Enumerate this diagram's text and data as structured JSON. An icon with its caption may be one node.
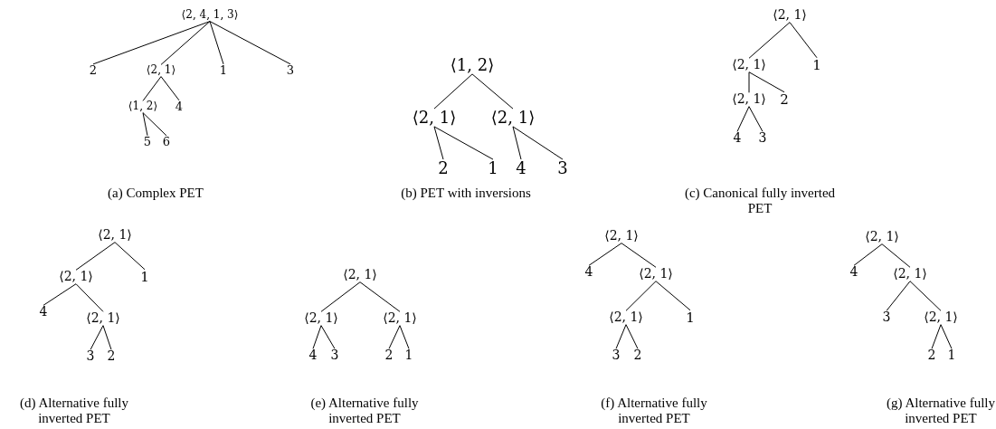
{
  "diagram": {
    "nodes": [
      {
        "text": [
          "⟨2, 4, 1, 3⟩"
        ]
      },
      {
        "text": [
          "2"
        ]
      },
      {
        "text": [
          "⟨2, 1⟩"
        ]
      },
      {
        "text": [
          "1"
        ]
      },
      {
        "text": [
          "3"
        ]
      },
      {
        "text": [
          "⟨1, 2⟩"
        ]
      },
      {
        "text": [
          "4"
        ]
      },
      {
        "text": [
          "5"
        ]
      },
      {
        "text": [
          "6"
        ]
      },
      {
        "text": [
          "⟨1, 2⟩"
        ]
      },
      {
        "text": [
          "⟨2, 1⟩"
        ]
      },
      {
        "text": [
          "⟨2, 1⟩"
        ]
      },
      {
        "text": [
          "2"
        ]
      },
      {
        "text": [
          "1"
        ]
      },
      {
        "text": [
          "4"
        ]
      },
      {
        "text": [
          "3"
        ]
      },
      {
        "text": [
          "⟨2, 1⟩"
        ]
      },
      {
        "text": [
          "⟨2, 1⟩"
        ]
      },
      {
        "text": [
          "1"
        ]
      },
      {
        "text": [
          "⟨2, 1⟩"
        ]
      },
      {
        "text": [
          "2"
        ]
      },
      {
        "text": [
          "4"
        ]
      },
      {
        "text": [
          "3"
        ]
      },
      {
        "text": [
          "⟨2, 1⟩"
        ]
      },
      {
        "text": [
          "⟨2, 1⟩"
        ]
      },
      {
        "text": [
          "1"
        ]
      },
      {
        "text": [
          "4"
        ]
      },
      {
        "text": [
          "⟨2, 1⟩"
        ]
      },
      {
        "text": [
          "3"
        ]
      },
      {
        "text": [
          "2"
        ]
      },
      {
        "text": [
          "⟨2, 1⟩"
        ]
      },
      {
        "text": [
          "⟨2, 1⟩"
        ]
      },
      {
        "text": [
          "⟨2, 1⟩"
        ]
      },
      {
        "text": [
          "4"
        ]
      },
      {
        "text": [
          "3"
        ]
      },
      {
        "text": [
          "2"
        ]
      },
      {
        "text": [
          "1"
        ]
      },
      {
        "text": [
          "⟨2, 1⟩"
        ]
      },
      {
        "text": [
          "4"
        ]
      },
      {
        "text": [
          "⟨2, 1⟩"
        ]
      },
      {
        "text": [
          "⟨2, 1⟩"
        ]
      },
      {
        "text": [
          "1"
        ]
      },
      {
        "text": [
          "3"
        ]
      },
      {
        "text": [
          "2"
        ]
      },
      {
        "text": [
          "⟨2, 1⟩"
        ]
      },
      {
        "text": [
          "4"
        ]
      },
      {
        "text": [
          "⟨2, 1⟩"
        ]
      },
      {
        "text": [
          "3"
        ]
      },
      {
        "text": [
          "⟨2, 1⟩"
        ]
      },
      {
        "text": [
          "2"
        ]
      },
      {
        "text": [
          "1"
        ]
      }
    ],
    "edges": [
      {
        "from": 0,
        "to": 1,
        "arrow": "none"
      },
      {
        "from": 0,
        "to": 2,
        "arrow": "none"
      },
      {
        "from": 0,
        "to": 3,
        "arrow": "none"
      },
      {
        "from": 0,
        "to": 4,
        "arrow": "none"
      },
      {
        "from": 2,
        "to": 5,
        "arrow": "none"
      },
      {
        "from": 2,
        "to": 6,
        "arrow": "none"
      },
      {
        "from": 5,
        "to": 7,
        "arrow": "none"
      },
      {
        "from": 5,
        "to": 8,
        "arrow": "none"
      },
      {
        "from": 9,
        "to": 10,
        "arrow": "none"
      },
      {
        "from": 9,
        "to": 11,
        "arrow": "none"
      },
      {
        "from": 10,
        "to": 12,
        "arrow": "none"
      },
      {
        "from": 10,
        "to": 13,
        "arrow": "none"
      },
      {
        "from": 11,
        "to": 14,
        "arrow": "none"
      },
      {
        "from": 11,
        "to": 15,
        "arrow": "none"
      },
      {
        "from": 16,
        "to": 17,
        "arrow": "none"
      },
      {
        "from": 16,
        "to": 18,
        "arrow": "none"
      },
      {
        "from": 17,
        "to": 19,
        "arrow": "none"
      },
      {
        "from": 17,
        "to": 20,
        "arrow": "none"
      },
      {
        "from": 19,
        "to": 21,
        "arrow": "none"
      },
      {
        "from": 19,
        "to": 22,
        "arrow": "none"
      },
      {
        "from": 23,
        "to": 24,
        "arrow": "none"
      },
      {
        "from": 23,
        "to": 25,
        "arrow": "none"
      },
      {
        "from": 24,
        "to": 26,
        "arrow": "none"
      },
      {
        "from": 24,
        "to": 27,
        "arrow": "none"
      },
      {
        "from": 27,
        "to": 28,
        "arrow": "none"
      },
      {
        "from": 27,
        "to": 29,
        "arrow": "none"
      },
      {
        "from": 30,
        "to": 31,
        "arrow": "none"
      },
      {
        "from": 30,
        "to": 32,
        "arrow": "none"
      },
      {
        "from": 31,
        "to": 33,
        "arrow": "none"
      },
      {
        "from": 31,
        "to": 34,
        "arrow": "none"
      },
      {
        "from": 32,
        "to": 35,
        "arrow": "none"
      },
      {
        "from": 32,
        "to": 36,
        "arrow": "none"
      },
      {
        "from": 37,
        "to": 38,
        "arrow": "none"
      },
      {
        "from": 37,
        "to": 39,
        "arrow": "none"
      },
      {
        "from": 39,
        "to": 40,
        "arrow": "none"
      },
      {
        "from": 39,
        "to": 41,
        "arrow": "none"
      },
      {
        "from": 40,
        "to": 42,
        "arrow": "none"
      },
      {
        "from": 40,
        "to": 43,
        "arrow": "none"
      },
      {
        "from": 44,
        "to": 45,
        "arrow": "none"
      },
      {
        "from": 44,
        "to": 46,
        "arrow": "none"
      },
      {
        "from": 46,
        "to": 47,
        "arrow": "none"
      },
      {
        "from": 46,
        "to": 48,
        "arrow": "none"
      },
      {
        "from": 48,
        "to": 49,
        "arrow": "none"
      },
      {
        "from": 48,
        "to": 50,
        "arrow": "none"
      }
    ],
    "labels": [
      "(a) Complex PET",
      "(b) PET with inversions",
      "(c) Canonical fully inverted PET",
      "(d) Alternative fully inverted PET",
      "(e) Alternative fully inverted PET",
      "(f) Alternative fully inverted PET",
      "(g) Alternative fully inverted PET"
    ]
  }
}
